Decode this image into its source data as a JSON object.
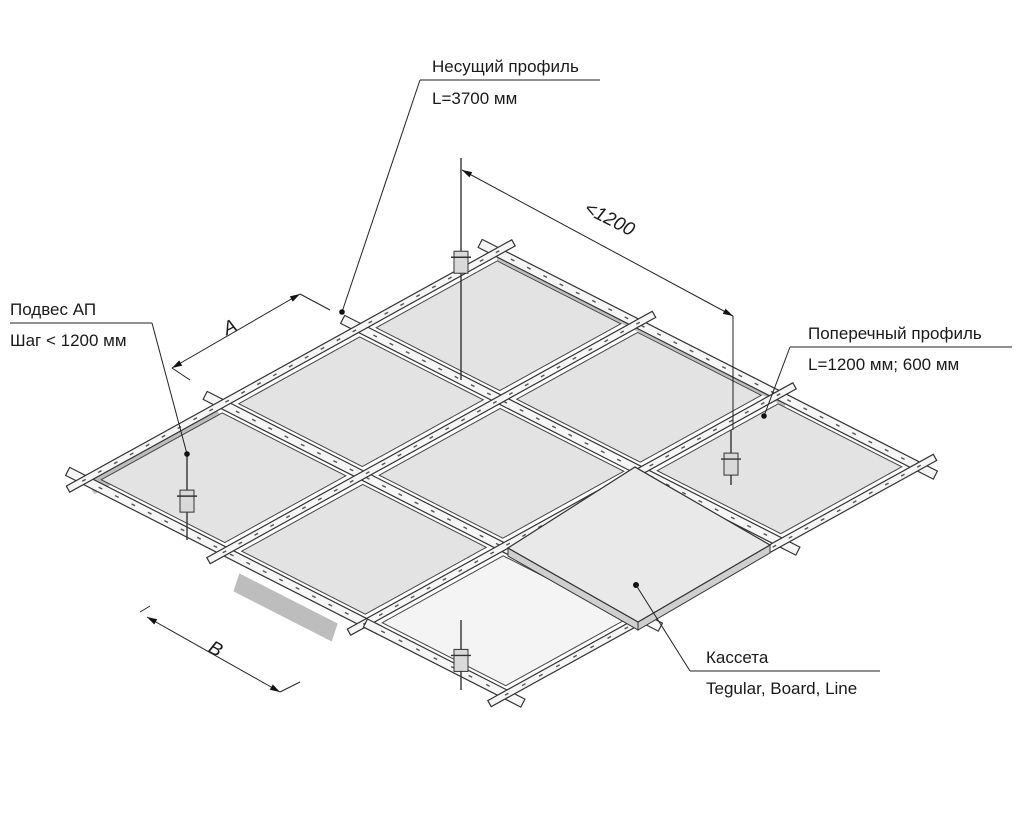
{
  "labels": {
    "main_profile": {
      "title": "Несущий профиль",
      "spec": "L=3700 мм"
    },
    "cross_profile": {
      "title": "Поперечный профиль",
      "spec": "L=1200 мм; 600 мм"
    },
    "hanger": {
      "title": "Подвес АП",
      "spec": "Шаг < 1200 мм"
    },
    "cassette": {
      "title": "Кассета",
      "spec": "Tegular, Board, Line"
    }
  },
  "dimensions": {
    "a": "A",
    "b": "B",
    "hanger_spacing": "<1200"
  }
}
